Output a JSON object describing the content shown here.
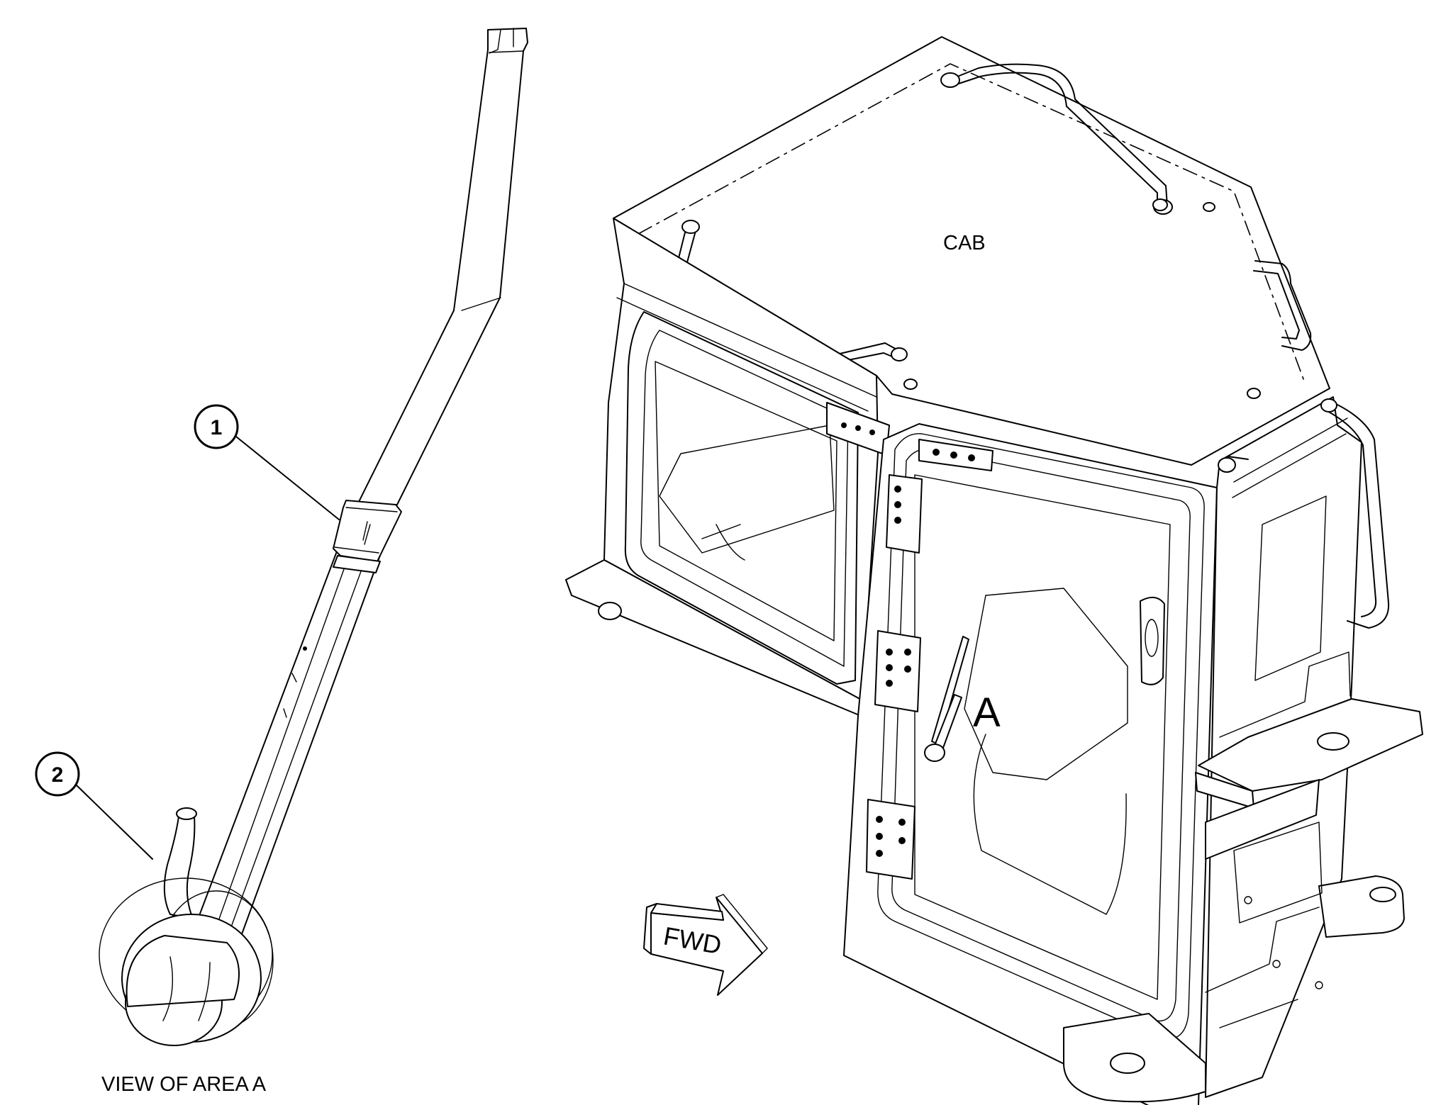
{
  "callouts": [
    {
      "number": "1"
    },
    {
      "number": "2"
    }
  ],
  "labels": {
    "cab": "CAB",
    "area_marker": "A",
    "detail_caption": "VIEW OF AREA A",
    "direction": "FWD"
  }
}
